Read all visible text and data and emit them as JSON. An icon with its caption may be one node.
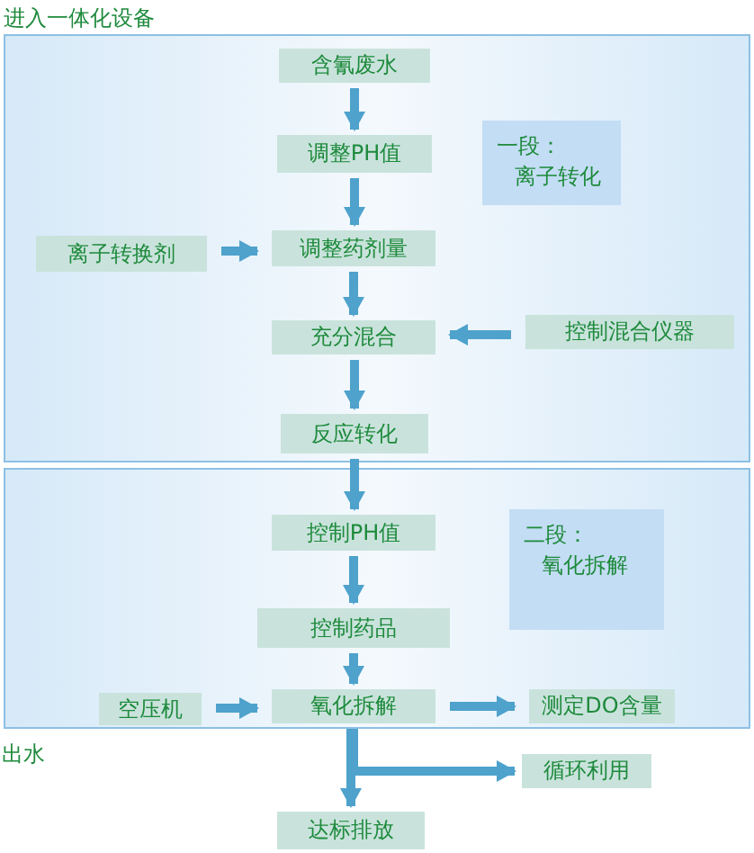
{
  "diagram": {
    "nodes": [
      {
        "text": [
          "进入一体化设备"
        ]
      },
      {
        "text": [
          "含氰废水"
        ],
        "in": 0
      },
      {
        "text": [
          "调整PH值"
        ],
        "in": 0
      },
      {
        "text": [
          "一段：",
          "离子转化"
        ],
        "in": 0
      },
      {
        "text": [
          "离子转换剂"
        ],
        "in": 0
      },
      {
        "text": [
          "调整药剂量"
        ],
        "in": 0
      },
      {
        "text": [
          "充分混合"
        ],
        "in": 0
      },
      {
        "text": [
          "控制混合仪器"
        ],
        "in": 0
      },
      {
        "text": [
          "反应转化"
        ],
        "in": 0
      },
      {
        "text": [],
        "shape": "box"
      },
      {
        "text": [
          "控制PH值"
        ],
        "in": 9
      },
      {
        "text": [
          "二段：",
          "氧化拆解"
        ],
        "in": 9
      },
      {
        "text": [
          "控制药品"
        ],
        "in": 9
      },
      {
        "text": [
          "空压机"
        ],
        "in": 9
      },
      {
        "text": [
          "氧化拆解"
        ],
        "in": 9
      },
      {
        "text": [
          "测定DO含量"
        ],
        "in": 9
      },
      {
        "text": [
          "循环利用"
        ]
      },
      {
        "text": [
          "达标排放"
        ]
      }
    ],
    "edges": [
      {
        "from": 1,
        "to": 2,
        "arrow": "to"
      },
      {
        "from": 2,
        "to": 5,
        "arrow": "to"
      },
      {
        "from": 4,
        "to": 5,
        "arrow": "to"
      },
      {
        "from": 5,
        "to": 6,
        "arrow": "to"
      },
      {
        "from": 7,
        "to": 6,
        "arrow": "to"
      },
      {
        "from": 6,
        "to": 8,
        "arrow": "to"
      },
      {
        "from": 8,
        "to": 10,
        "arrow": "to"
      },
      {
        "from": 10,
        "to": 12,
        "arrow": "to"
      },
      {
        "from": 12,
        "to": 14,
        "arrow": "to"
      },
      {
        "from": 13,
        "to": 14,
        "arrow": "to"
      },
      {
        "from": 14,
        "to": 15,
        "arrow": "to"
      },
      {
        "from": 14,
        "to": 17,
        "arrow": "to"
      },
      {
        "from": 14,
        "to": 16,
        "arrow": "to"
      }
    ],
    "labels": [
      "出水"
    ]
  }
}
